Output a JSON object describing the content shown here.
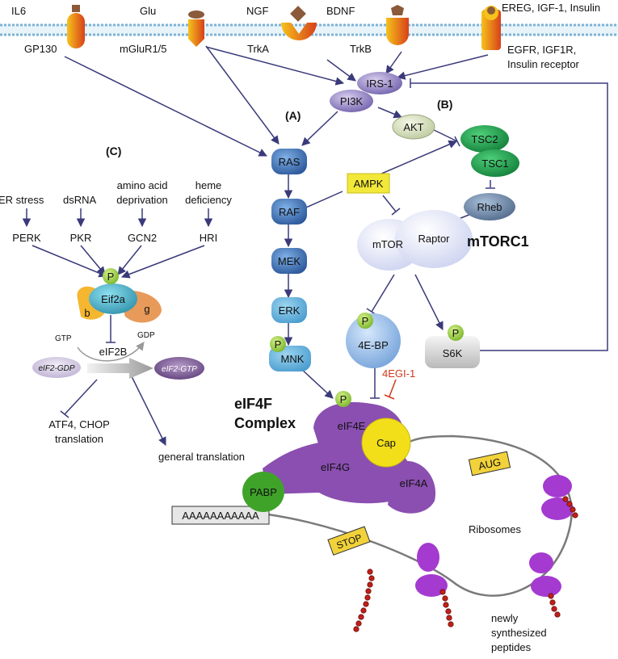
{
  "membrane": {
    "ligands": [
      "IL6",
      "Glu",
      "NGF",
      "BDNF",
      "EREG, IGF-1, Insulin"
    ],
    "receptors": [
      "GP130",
      "mGluR1/5",
      "TrkA",
      "TrkB",
      "EGFR, IGF1R,",
      "Insulin receptor"
    ]
  },
  "sections": {
    "a": "(A)",
    "b": "(B)",
    "c": "(C)"
  },
  "nodes": {
    "irs1": "IRS-1",
    "pi3k": "PI3K",
    "akt": "AKT",
    "tsc2": "TSC2",
    "tsc1": "TSC1",
    "rheb": "Rheb",
    "ampk": "AMPK",
    "ras": "RAS",
    "raf": "RAF",
    "mek": "MEK",
    "erk": "ERK",
    "mnk": "MNK",
    "mtor": "mTOR",
    "raptor": "Raptor",
    "mtorc1": "mTORC1",
    "ebp": "4E-BP",
    "s6k": "S6K",
    "p": "P"
  },
  "stress": {
    "er": "ER stress",
    "dsrna": "dsRNA",
    "aa1": "amino acid",
    "aa2": "deprivation",
    "heme1": "heme",
    "heme2": "deficiency",
    "perk": "PERK",
    "pkr": "PKR",
    "gcn2": "GCN2",
    "hri": "HRI"
  },
  "eif2": {
    "eif2a": "Eif2a",
    "b": "b",
    "g": "g",
    "gtp": "GTP",
    "gdp": "GDP",
    "eif2b": "eIF2B",
    "eif2gdp": "eIF2-GDP",
    "eif2gtp": "eIF2-GTP",
    "atf1": "ATF4, CHOP",
    "atf2": "translation",
    "general": "general translation"
  },
  "complex": {
    "title1": "eIF4F",
    "title2": "Complex",
    "inhibitor": "4EGI-1",
    "eif4e": "eIF4E",
    "cap": "Cap",
    "eif4g": "eIF4G",
    "eif4a": "eIF4A",
    "pabp": "PABP",
    "polya": "AAAAAAAAAAA",
    "aug": "AUG",
    "stop": "STOP",
    "ribosomes": "Ribosomes",
    "peptides1": "newly",
    "peptides2": "synthesized",
    "peptides3": "peptides"
  },
  "colors": {
    "arrow": "#3a3a7a",
    "inhibit_red": "#d0391b",
    "purple": "#8a4fb0",
    "green_p": "#8cc63f"
  }
}
